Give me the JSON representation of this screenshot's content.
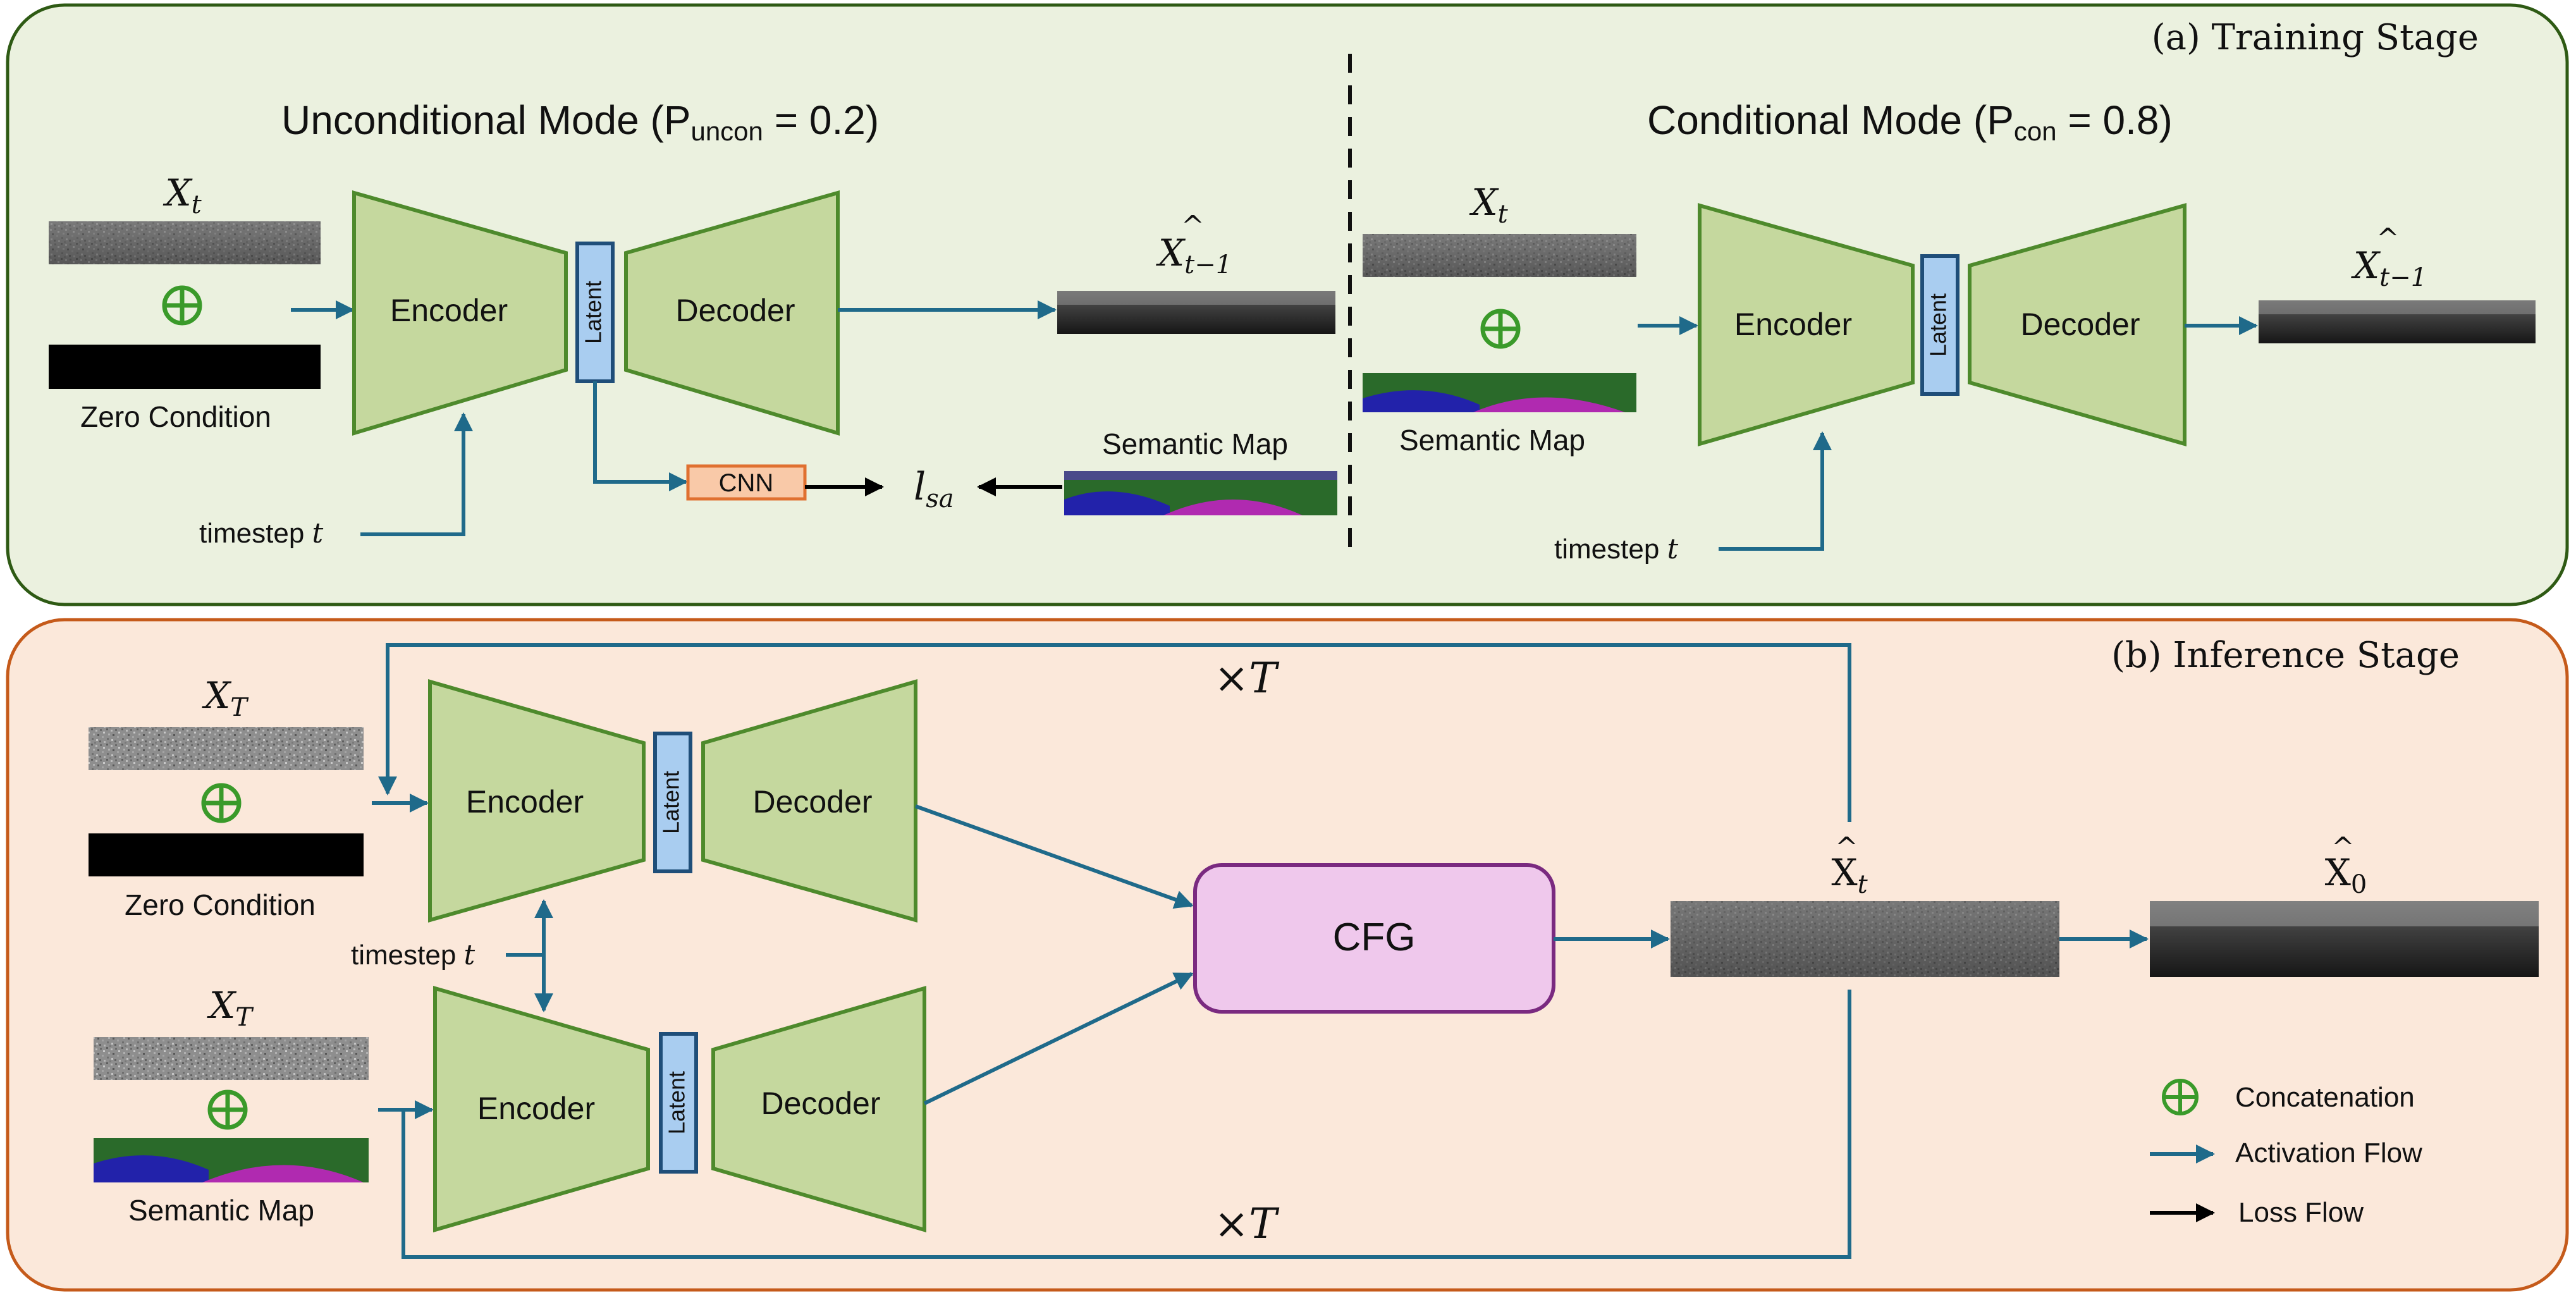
{
  "training": {
    "stage_label": "(a) Training Stage",
    "uncond_title_pre": "Unconditional Mode (P",
    "uncond_title_sub": "uncon",
    "uncond_title_post": " = 0.2)",
    "cond_title_pre": "Conditional Mode (P",
    "cond_title_sub": "con",
    "cond_title_post": " = 0.8)",
    "x_t": "X",
    "x_t_sub": "t",
    "x_hat": "X",
    "x_hat_sub": "t−1",
    "zero_condition": "Zero Condition",
    "semantic_map": "Semantic Map",
    "encoder": "Encoder",
    "decoder": "Decoder",
    "latent": "Latent",
    "cnn": "CNN",
    "loss": "l",
    "loss_sub": "sa",
    "timestep": "timestep ",
    "timestep_var": "t"
  },
  "inference": {
    "stage_label": "(b) Inference Stage",
    "x_T": "X",
    "x_T_sub": "T",
    "zero_condition": "Zero Condition",
    "semantic_map": "Semantic Map",
    "encoder": "Encoder",
    "decoder": "Decoder",
    "latent": "Latent",
    "cfg": "CFG",
    "times_T": "×T",
    "x_hat_t": "X",
    "x_hat_t_sub": "t",
    "x_hat_0": "X",
    "x_hat_0_sub": "0",
    "timestep": "timestep ",
    "timestep_var": "t"
  },
  "legend": {
    "concatenation": "Concatenation",
    "activation_flow": "Activation Flow",
    "loss_flow": "Loss Flow"
  },
  "colors": {
    "training_bg": "#ebf1df",
    "training_border": "#2e5a14",
    "inference_bg": "#fbe8da",
    "inference_border": "#c55a1a",
    "block_fill": "#c5d89e",
    "block_stroke": "#4e8a2c",
    "latent_fill": "#a9cdf0",
    "latent_stroke": "#1f4e79",
    "activation_arrow": "#1f6a8a",
    "loss_arrow": "#000000",
    "plus_color": "#3a9a2a",
    "cfg_fill": "#efc8ec",
    "cfg_stroke": "#7a2a80",
    "cnn_fill": "#f9c9a8",
    "cnn_stroke": "#e07030"
  }
}
